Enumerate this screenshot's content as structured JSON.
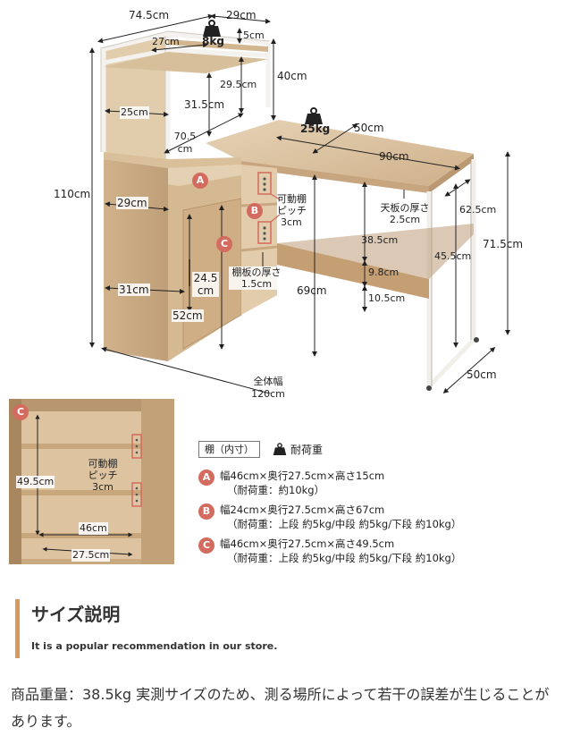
{
  "diagram": {
    "dims": {
      "w_745": "74.5cm",
      "w_29": "29cm",
      "w_27": "27cm",
      "w_5": "5cm",
      "h_40": "40cm",
      "h_295": "29.5cm",
      "h_315": "31.5cm",
      "w_25": "25cm",
      "w_705": "70.5",
      "w_705_unit": "cm",
      "w_50_top": "50cm",
      "w_90": "90cm",
      "h_110": "110cm",
      "w_29_mid": "29cm",
      "w_31": "31cm",
      "w_245": "24.5",
      "w_245_unit": "cm",
      "h_52": "52cm",
      "h_69": "69cm",
      "h_385": "38.5cm",
      "h_98": "9.8cm",
      "h_105": "10.5cm",
      "h_455": "45.5cm",
      "d_625": "62.5cm",
      "h_715": "71.5cm",
      "d_50_base": "50cm",
      "total_width_label": "全体幅",
      "total_width_value": "120cm"
    },
    "weights": {
      "top_shelf": "8kg",
      "desk_top": "25kg"
    },
    "notes": {
      "movable_1": "可動棚",
      "movable_2": "ピッチ",
      "movable_3": "3cm",
      "shelf_thick_1": "棚板の厚さ",
      "shelf_thick_2": "1.5cm",
      "top_thick_1": "天板の厚さ",
      "top_thick_2": "2.5cm"
    },
    "markers": {
      "a": "A",
      "b": "B",
      "c": "C"
    }
  },
  "inset": {
    "marker": "C",
    "h_495": "49.5cm",
    "w_46": "46cm",
    "d_275": "27.5cm",
    "movable_1": "可動棚",
    "movable_2": "ピッチ",
    "movable_3": "3cm"
  },
  "legend": {
    "shelf_tag": "棚（内寸）",
    "load_label": "耐荷重",
    "items": [
      {
        "marker": "A",
        "line1": "幅46cm×奥行27.5cm×高さ15cm",
        "line2": "（耐荷重：約10kg）"
      },
      {
        "marker": "B",
        "line1": "幅24cm×奥行27.5cm×高さ67cm",
        "line2": "（耐荷重：上段 約5kg/中段 約5kg/下段 約10kg）"
      },
      {
        "marker": "C",
        "line1": "幅46cm×奥行27.5cm×高さ49.5cm",
        "line2": "（耐荷重：上段 約5kg/中段 約5kg/下段 約10kg）"
      }
    ]
  },
  "section": {
    "title": "サイズ説明",
    "subtitle": "It is a popular recommendation in our store."
  },
  "note": {
    "text": "商品重量：38.5kg 実測サイズのため、測る場所によって若干の誤差が生じることがあります。"
  },
  "colors": {
    "wood_light": "#e3cfb1",
    "wood_mid": "#d2b48e",
    "wood_dark": "#b89670",
    "frame_white": "#f4f2ee",
    "marker_red": "#d36b5f",
    "accent_orange": "#d89a5a"
  }
}
